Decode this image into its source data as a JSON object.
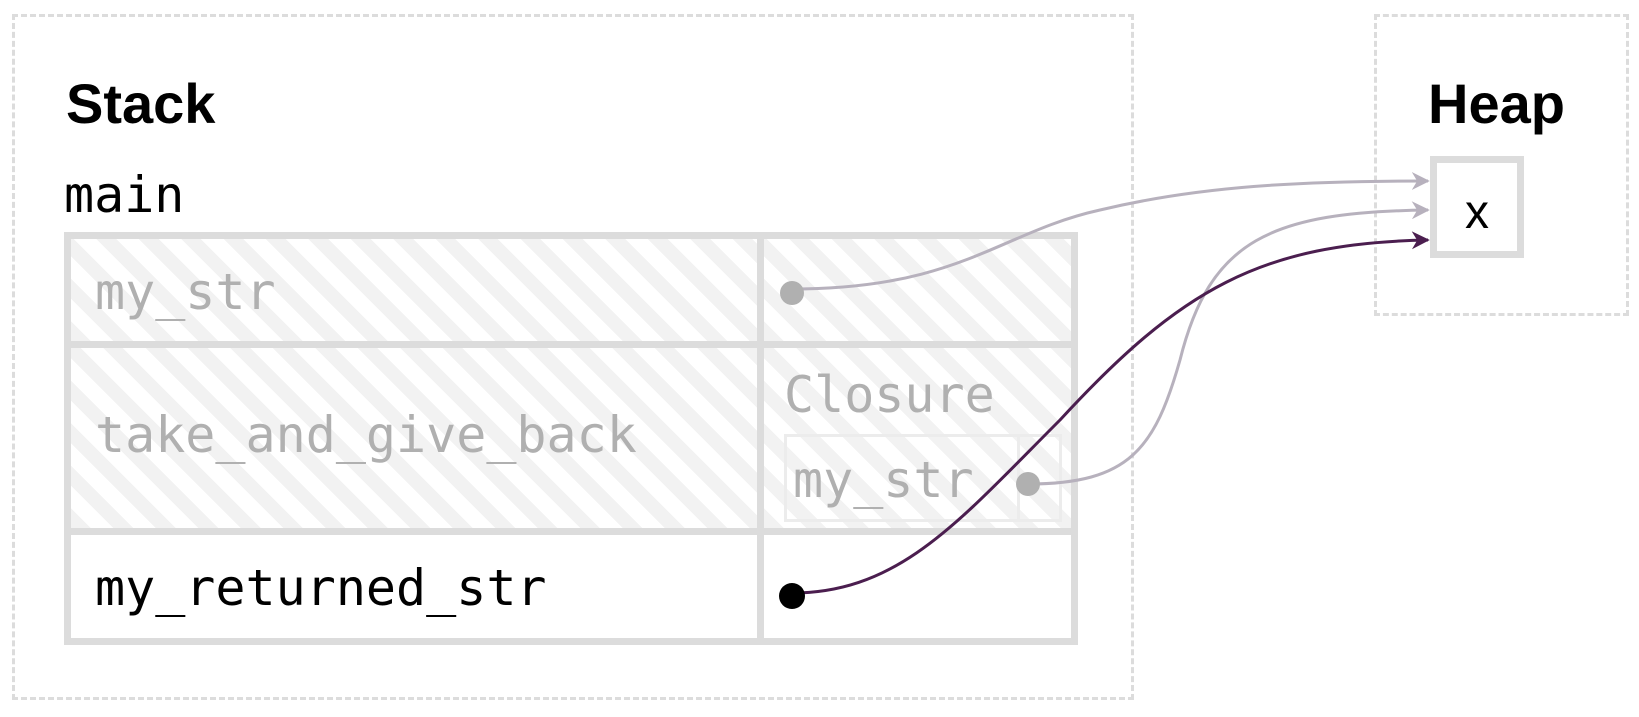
{
  "stack": {
    "title": "Stack",
    "frame": "main",
    "rows": [
      {
        "name": "my_str",
        "faded": true
      },
      {
        "name": "take_and_give_back",
        "faded": true,
        "closure": {
          "label": "Closure",
          "var": "my_str"
        }
      },
      {
        "name": "my_returned_str",
        "faded": false
      }
    ]
  },
  "heap": {
    "title": "Heap",
    "value": "x"
  },
  "colors": {
    "faded_text": "#b0b0b0",
    "faded_arrow": "#b7b1bd",
    "active_arrow": "#4b1e4f",
    "border": "#dcdcdc"
  },
  "pointers": [
    {
      "from": "my_str",
      "to": "x",
      "faded": true
    },
    {
      "from": "closure.my_str",
      "to": "x",
      "faded": true
    },
    {
      "from": "my_returned_str",
      "to": "x",
      "faded": false
    }
  ]
}
